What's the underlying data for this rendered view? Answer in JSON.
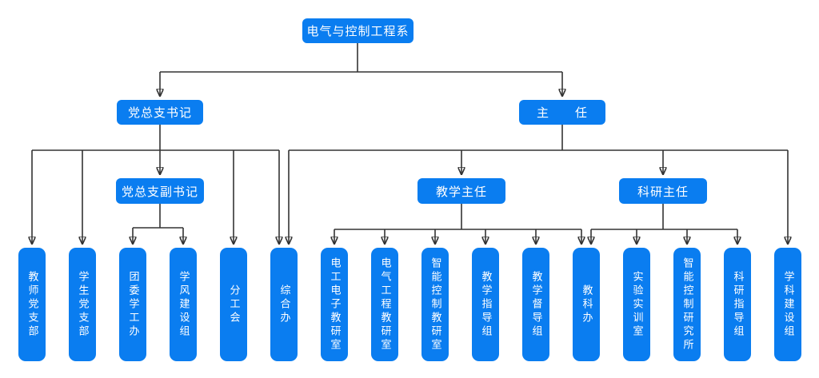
{
  "diagram": {
    "colors": {
      "node_fill": "#0a7df0",
      "node_text": "#ffffff",
      "line": "#333333",
      "background": "#ffffff"
    },
    "nodes": {
      "root": "电气与控制工程系",
      "party_secretary": "党总支书记",
      "director": "主　　任",
      "deputy_party_secretary": "党总支副书记",
      "teaching_director": "教学主任",
      "research_director": "科研主任"
    },
    "leaves": [
      {
        "label": "教师党支部"
      },
      {
        "label": "学生党支部"
      },
      {
        "label": "团委学工办"
      },
      {
        "label": "学风建设组"
      },
      {
        "label": "分工会"
      },
      {
        "label": "综合办"
      },
      {
        "label": "电工电子教研室"
      },
      {
        "label": "电气工程教研室"
      },
      {
        "label": "智能控制教研室"
      },
      {
        "label": "教学指导组"
      },
      {
        "label": "教学督导组"
      },
      {
        "label": "教科办"
      },
      {
        "label": "实验实训室"
      },
      {
        "label": "智能控制研究所"
      },
      {
        "label": "科研指导组"
      },
      {
        "label": "学科建设组"
      }
    ],
    "edges": [
      {
        "from": "电气与控制工程系",
        "to": "党总支书记"
      },
      {
        "from": "电气与控制工程系",
        "to": "主任"
      },
      {
        "from": "党总支书记",
        "to": "教师党支部"
      },
      {
        "from": "党总支书记",
        "to": "学生党支部"
      },
      {
        "from": "党总支书记",
        "to": "党总支副书记"
      },
      {
        "from": "党总支书记",
        "to": "分工会"
      },
      {
        "from": "党总支书记",
        "to": "综合办"
      },
      {
        "from": "党总支副书记",
        "to": "团委学工办"
      },
      {
        "from": "党总支副书记",
        "to": "学风建设组"
      },
      {
        "from": "主任",
        "to": "综合办"
      },
      {
        "from": "主任",
        "to": "教学主任"
      },
      {
        "from": "主任",
        "to": "科研主任"
      },
      {
        "from": "主任",
        "to": "学科建设组"
      },
      {
        "from": "教学主任",
        "to": "电工电子教研室"
      },
      {
        "from": "教学主任",
        "to": "电气工程教研室"
      },
      {
        "from": "教学主任",
        "to": "智能控制教研室"
      },
      {
        "from": "教学主任",
        "to": "教学指导组"
      },
      {
        "from": "教学主任",
        "to": "教学督导组"
      },
      {
        "from": "教学主任",
        "to": "教科办"
      },
      {
        "from": "科研主任",
        "to": "教科办"
      },
      {
        "from": "科研主任",
        "to": "实验实训室"
      },
      {
        "from": "科研主任",
        "to": "智能控制研究所"
      },
      {
        "from": "科研主任",
        "to": "科研指导组"
      }
    ]
  }
}
